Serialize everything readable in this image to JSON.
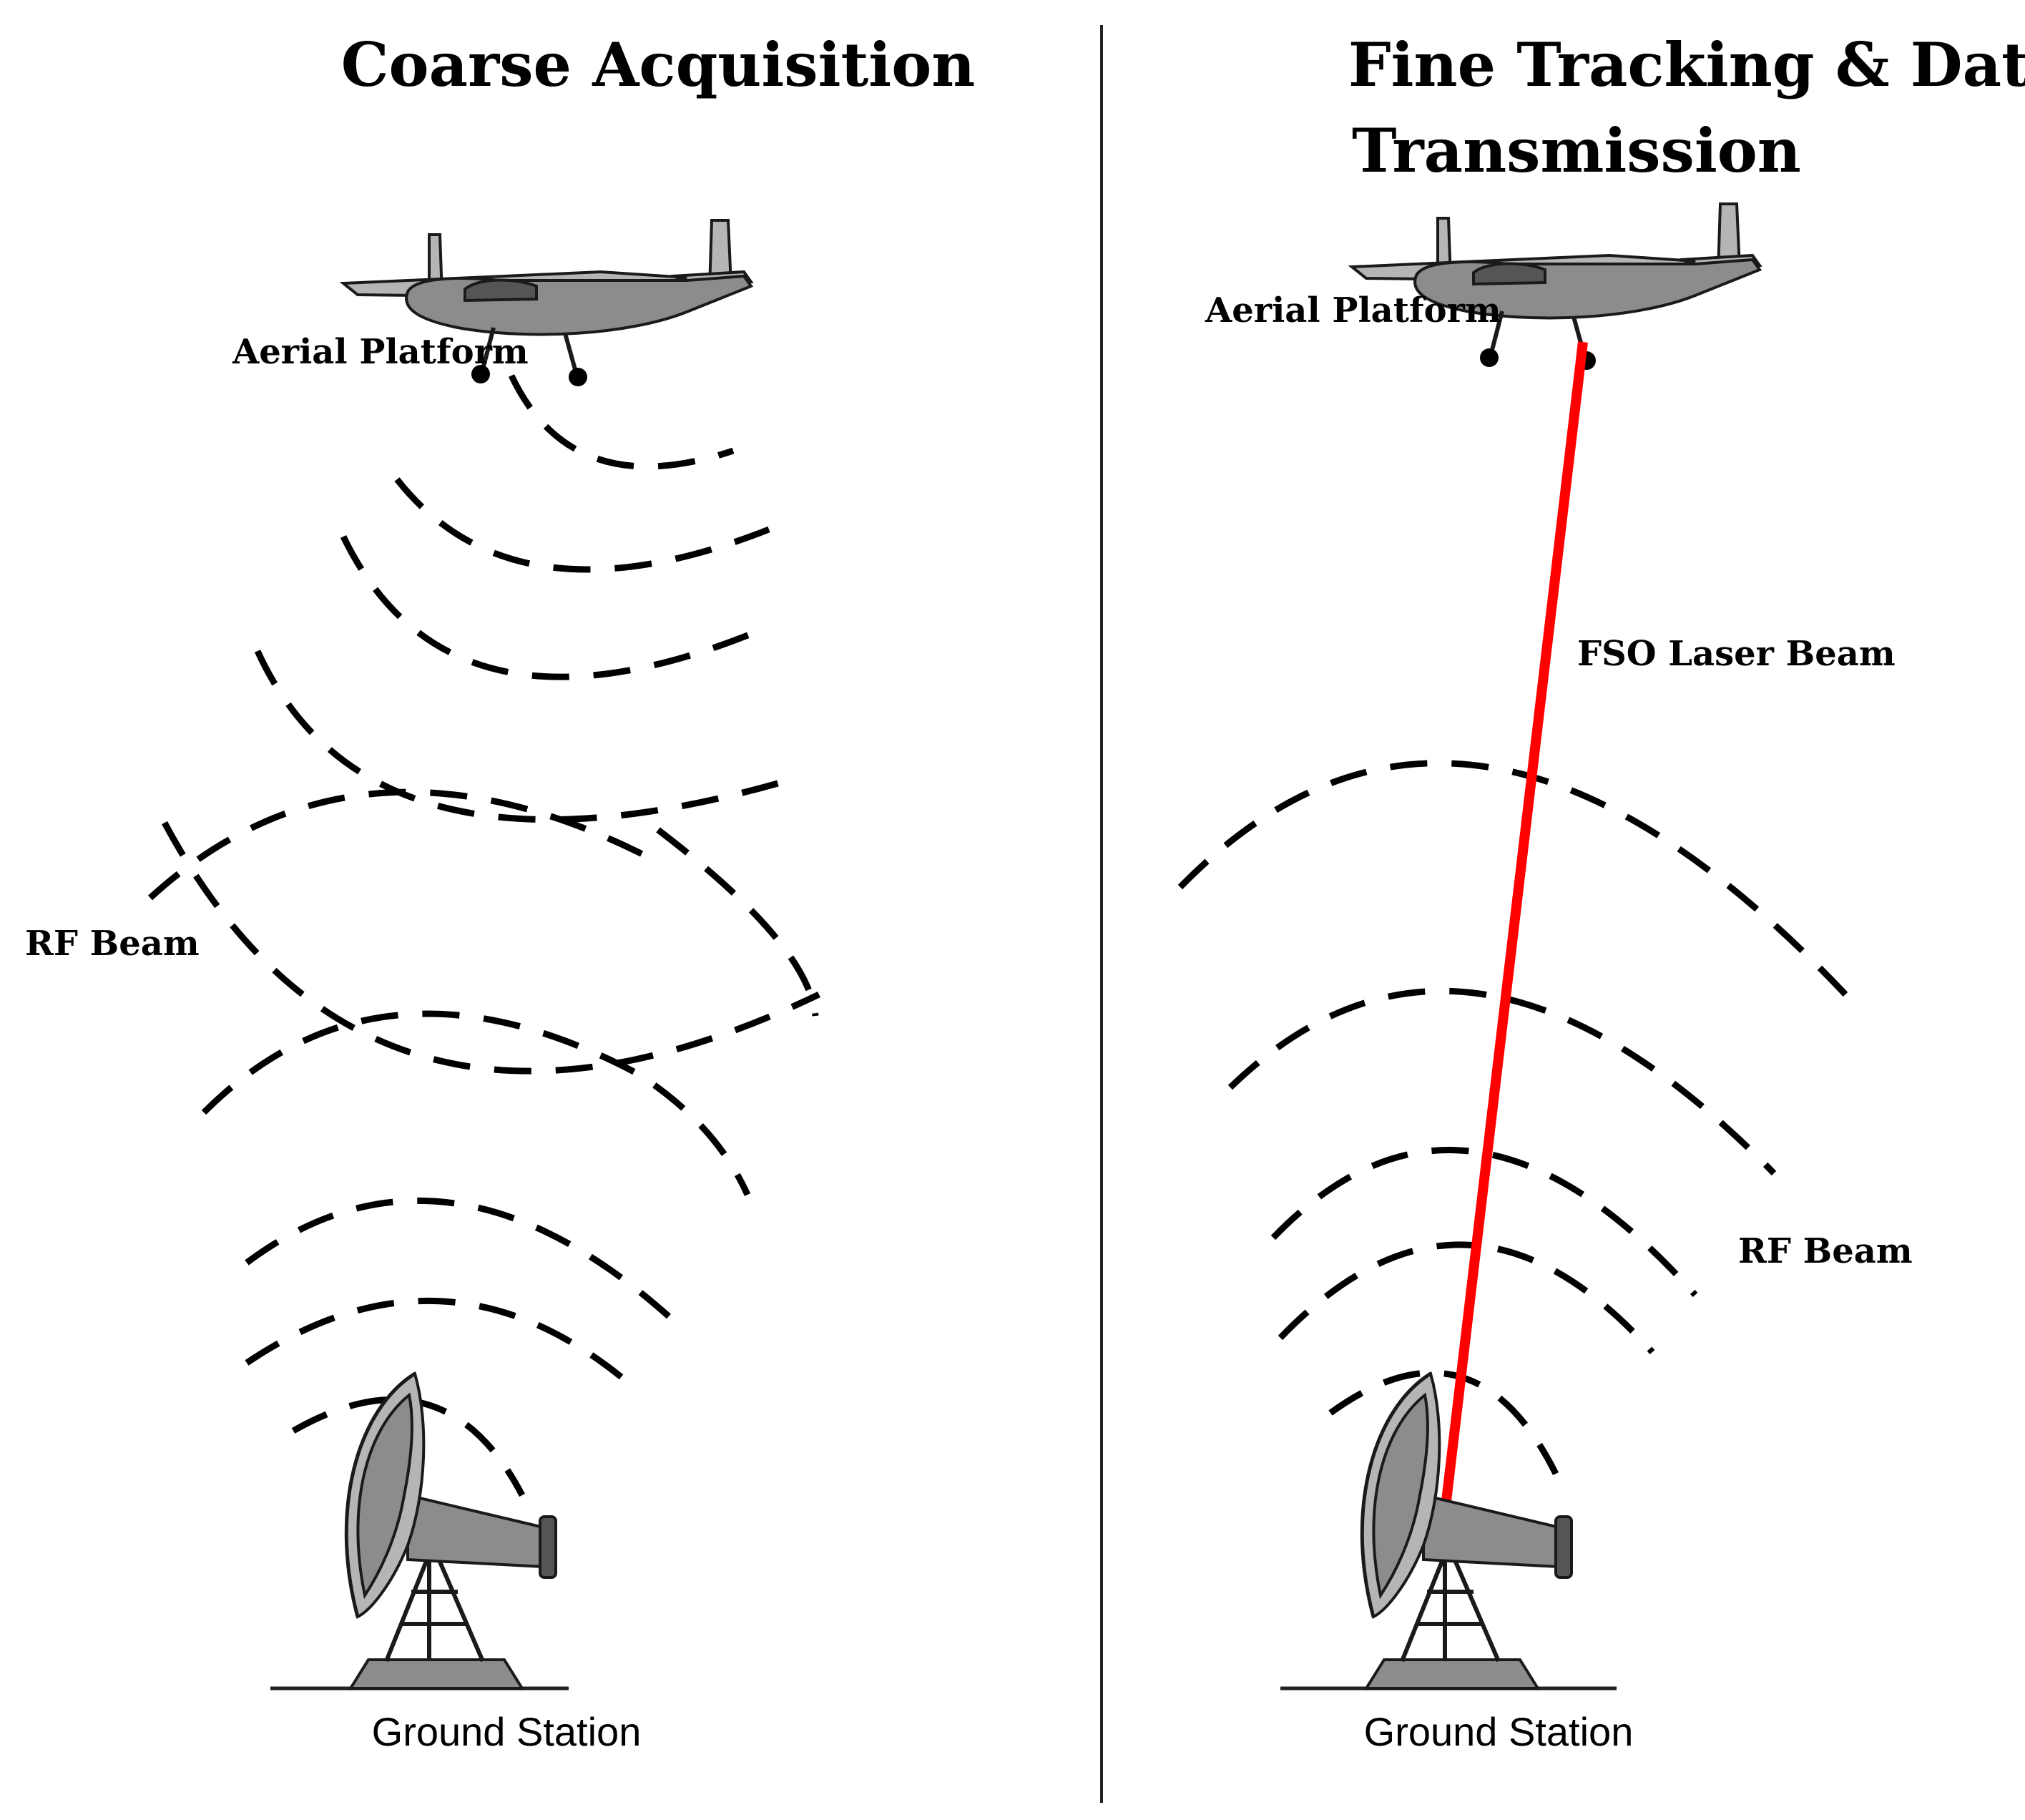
{
  "panels": {
    "left": {
      "title": "Coarse Acquisition",
      "aircraft_label": "Aerial Platform",
      "beam_label": "RF Beam",
      "station_label": "Ground Station"
    },
    "right": {
      "title_line1": "Fine Tracking & Data",
      "title_line2": "Transmission",
      "aircraft_label": "Aerial Platform",
      "laser_label": "FSO Laser Beam",
      "beam_label": "RF Beam",
      "station_label": "Ground Station"
    }
  },
  "colors": {
    "laser": "#ff0000",
    "rf_wave": "#000000",
    "equipment": "#8c8c8c"
  },
  "icons": {
    "aircraft": "aircraft-icon",
    "ground_station": "satellite-dish-icon"
  }
}
